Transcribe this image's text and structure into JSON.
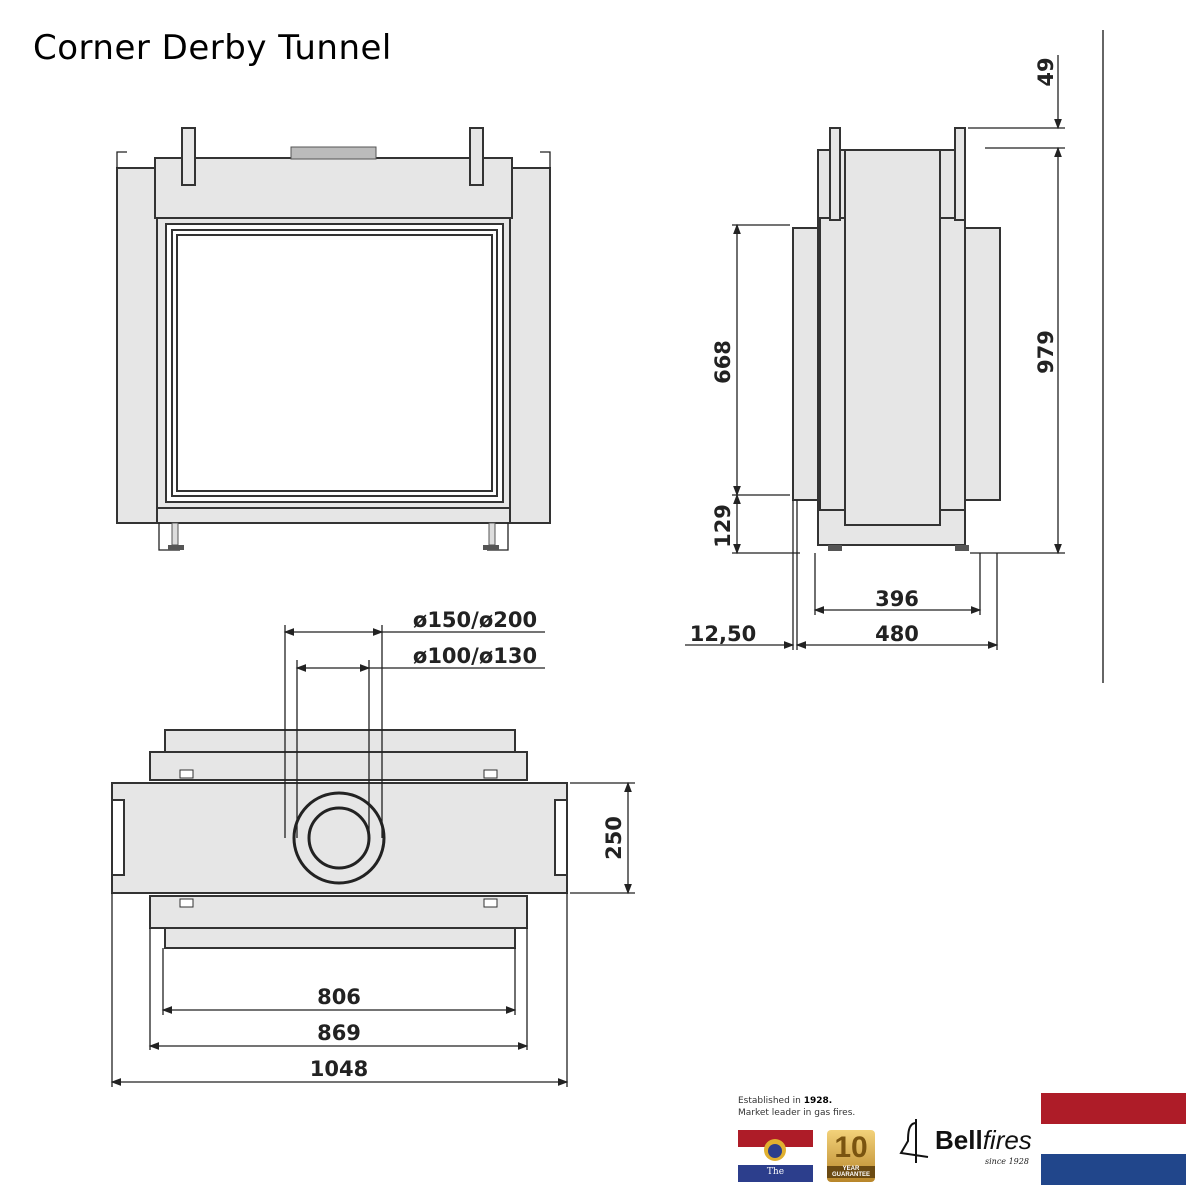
{
  "title": "Corner Derby Tunnel",
  "dimensions": {
    "side_49": "49",
    "side_979": "979",
    "side_668": "668",
    "side_129": "129",
    "side_396": "396",
    "side_480": "480",
    "side_12_50": "12,50",
    "top_flue_outer": "ø150/ø200",
    "top_flue_inner": "ø100/ø130",
    "top_250": "250",
    "top_806": "806",
    "top_869": "869",
    "top_1048": "1048"
  },
  "brand": {
    "established_prefix": "Established in",
    "established_year": "1928.",
    "tagline": "Market leader in gas fires.",
    "netherlands_label": "The Netherlands",
    "guarantee_number": "10",
    "guarantee_year": "YEAR",
    "guarantee_label": "GUARANTEE",
    "logo_bold": "Bell",
    "logo_italic": "fires",
    "logo_since": "since 1928"
  },
  "colors": {
    "flag_red": "#ae1c28",
    "flag_white": "#ffffff",
    "flag_blue": "#21468b",
    "panel_grey": "#e6e6e6"
  }
}
